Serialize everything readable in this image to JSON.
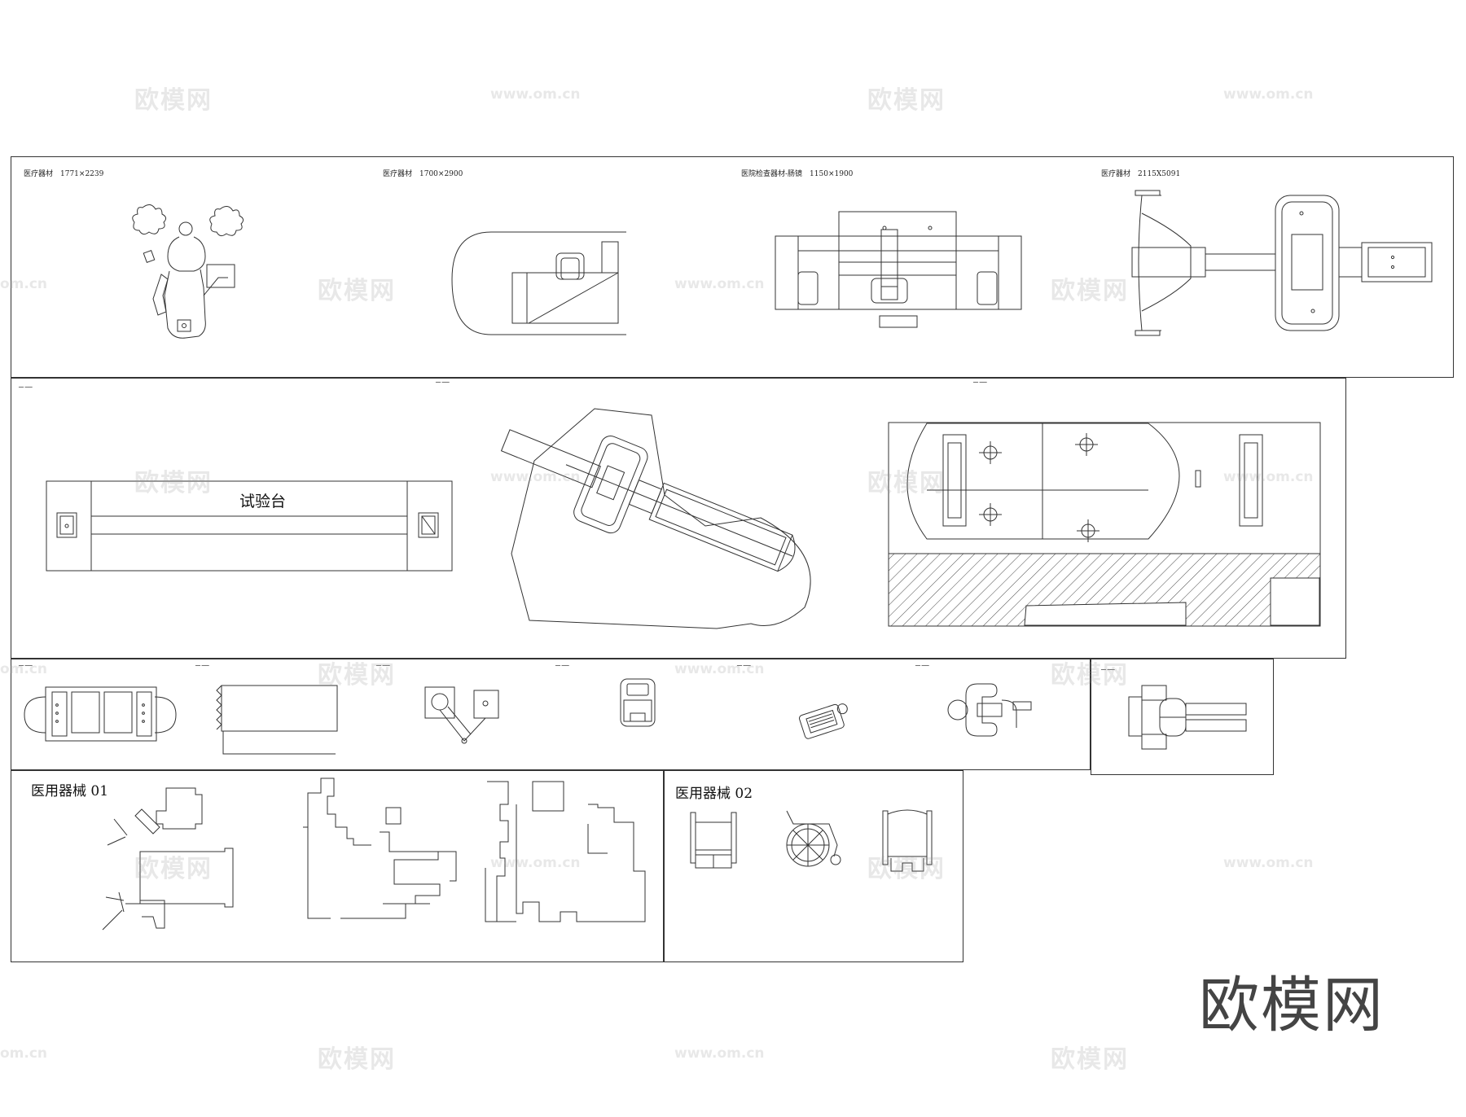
{
  "panels": {
    "row1": {
      "labels": [
        "医疗器材　1771×2239",
        "医疗器材　1700×2900",
        "医院检查器材-肠镜　1150×1900",
        "医疗器材　2115X5091"
      ]
    },
    "row2": {
      "test_bench_label": "试验台"
    },
    "row4": {
      "group1_title": "医用器械 01",
      "group2_title": "医用器械 02"
    }
  },
  "watermark": {
    "brand": "欧模网",
    "url": "www.om.cn",
    "url_partial": "om.cn"
  },
  "colors": {
    "line": "#333333",
    "watermark": "#969696",
    "background": "#ffffff"
  }
}
